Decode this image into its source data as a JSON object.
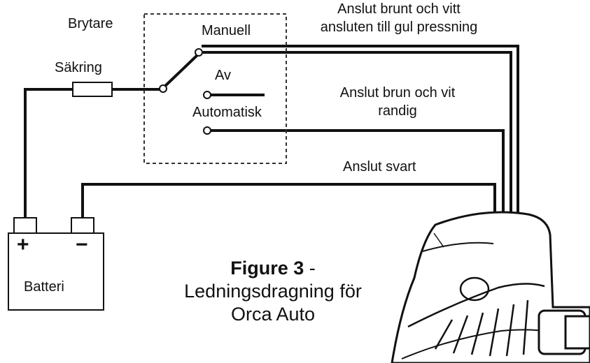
{
  "labels": {
    "switch": "Brytare",
    "fuse": "Säkring",
    "manual": "Manuell",
    "off": "Av",
    "automatic": "Automatisk",
    "battery": "Batteri",
    "plus": "+",
    "minus": "−",
    "wire_brown_white": "Anslut brunt och vitt",
    "wire_brown_white_2": "ansluten till gul pressning",
    "wire_striped": "Anslut brun och vit",
    "wire_striped_2": "randig",
    "wire_black": "Anslut svart"
  },
  "caption": {
    "figure": "Figure 3",
    "separator": " -",
    "line2": "Ledningsdragning för",
    "line3": "Orca Auto"
  },
  "colors": {
    "wire": "#111111",
    "background": "#ffffff"
  }
}
